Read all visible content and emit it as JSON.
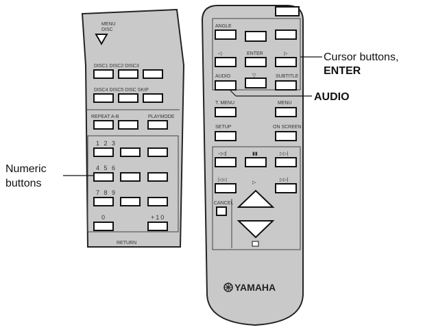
{
  "left_remote": {
    "menu_label_1": "MENU",
    "menu_label_2": "DISC",
    "disc_row_labels": "DISC1 DISC2 DISC3",
    "disc_row2_labels": "DISC4 DISC5 DISC SKIP",
    "repeat_label": "REPEAT A-B",
    "playmode_label": "PLAYMODE",
    "digits_row1": "1 2 3",
    "digits_row2": "4 5 6",
    "digits_row3": "7 8 9",
    "digit_zero": "0",
    "digit_ten": "+10",
    "return_label": "RETURN"
  },
  "right_remote": {
    "angle_label": "ANGLE",
    "enter_label": "ENTER",
    "audio_label": "AUDIO",
    "subtitle_label": "SUBTITLE",
    "t_menu_label": "T. MENU",
    "menu_label": "MENU",
    "setup_label": "SETUP",
    "on_screen_label": "ON SCREEN",
    "cancel_label": "CANCEL",
    "brand": "YAMAHA"
  },
  "callouts": {
    "cursor_line1": "Cursor buttons,",
    "cursor_line2": "ENTER",
    "audio": "AUDIO",
    "numeric_line1": "Numeric",
    "numeric_line2": "buttons"
  }
}
